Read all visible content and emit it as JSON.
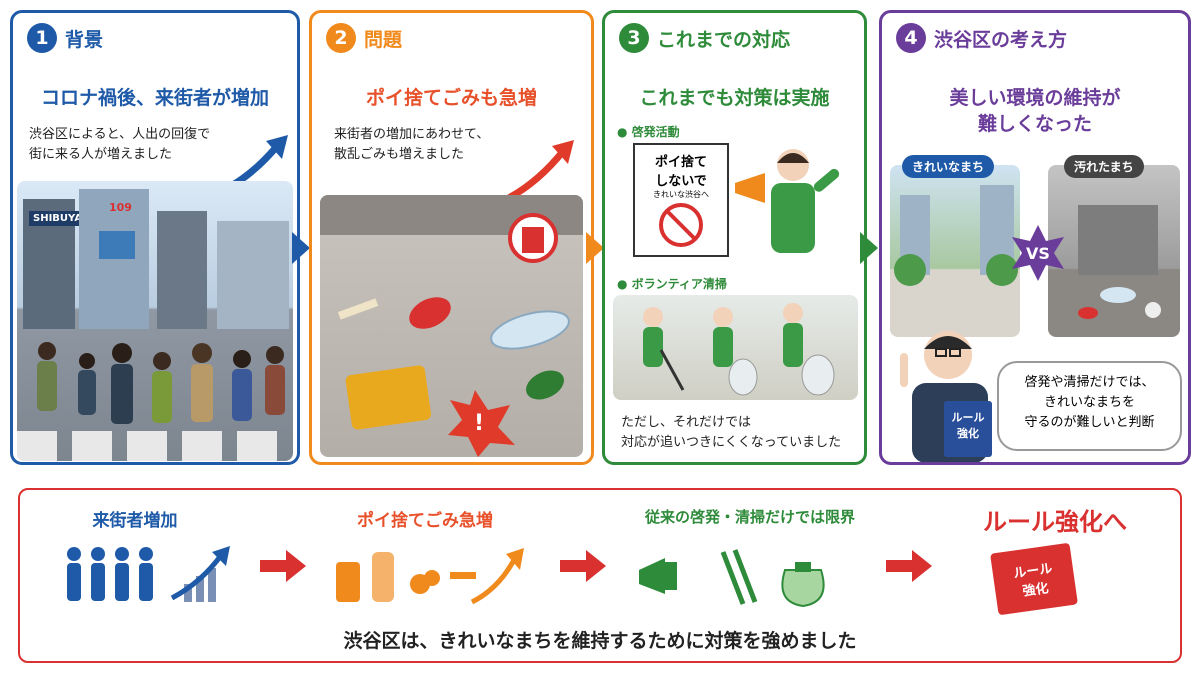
{
  "panels": [
    {
      "num": "1",
      "title": "背景",
      "lead": "コロナ禍後、来街者が増加",
      "body": [
        "渋谷区によると、人出の回復で",
        "街に来る人が増えました"
      ],
      "sign": "SHIBUYA",
      "sign2": "109"
    },
    {
      "num": "2",
      "title": "問題",
      "lead": "ポイ捨てごみも急増",
      "body": [
        "来街者の増加にあわせて、",
        "散乱ごみも増えました"
      ]
    },
    {
      "num": "3",
      "title": "これまでの対応",
      "lead": "これまでも対策は実施",
      "tag1": "● 啓発活動",
      "poster": [
        "ポイ捨て",
        "しないで"
      ],
      "poster_small": "きれいな渋谷へ",
      "tag2": "● ボランティア清掃",
      "body": [
        "ただし、それだけでは",
        "対応が追いつきにくくなっていました"
      ]
    },
    {
      "num": "4",
      "title": "渋谷区の考え方",
      "lead": [
        "美しい環境の維持が",
        "難しくなった"
      ],
      "clean_label": "きれいなまち",
      "dirty_label": "汚れたまち",
      "vs": "VS",
      "book": [
        "ルール",
        "強化"
      ],
      "bubble": [
        "啓発や清掃だけでは、",
        "きれいなまちを",
        "守るのが難しいと判断"
      ]
    }
  ],
  "flow": {
    "steps": [
      "来街者増加",
      "ポイ捨てごみ急増",
      "従来の啓発・清掃だけでは限界",
      "ルール強化へ"
    ],
    "book": [
      "ルール",
      "強化"
    ],
    "footer": "渋谷区は、きれいなまちを維持するために対策を強めました"
  },
  "colors": {
    "blue": "#1e5aa8",
    "orange": "#f08a1c",
    "green": "#2e8b3a",
    "purple": "#6a3d9a",
    "red": "#d93030"
  }
}
